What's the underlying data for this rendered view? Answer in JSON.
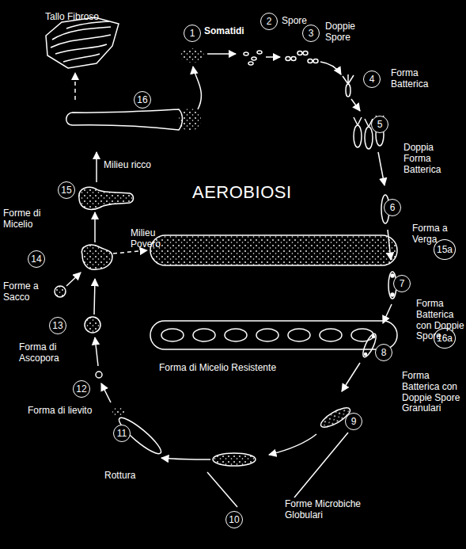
{
  "diagram": {
    "title": "AEROBIOSI",
    "nodes": [
      {
        "text": [
          "1"
        ]
      },
      {
        "text": [
          "2"
        ]
      },
      {
        "text": [
          "3"
        ]
      },
      {
        "text": [
          "4"
        ]
      },
      {
        "text": [
          "5"
        ]
      },
      {
        "text": [
          "6"
        ]
      },
      {
        "text": [
          "7"
        ]
      },
      {
        "text": [
          "8"
        ]
      },
      {
        "text": [
          "9"
        ]
      },
      {
        "text": [
          "10"
        ]
      },
      {
        "text": [
          "11"
        ]
      },
      {
        "text": [
          "12"
        ]
      },
      {
        "text": [
          "13"
        ]
      },
      {
        "text": [
          "14"
        ]
      },
      {
        "text": [
          "15"
        ]
      },
      {
        "text": [
          "16"
        ]
      },
      {
        "text": [
          "15a"
        ]
      },
      {
        "text": [
          "16a"
        ]
      }
    ],
    "labels": [
      "Tallo Fibroso",
      "Somatidi",
      "Spore",
      "Doppie Spore",
      "Forma Batterica",
      "Doppia Forma Batterica",
      "Forma a Verga",
      "Forma Batterica con Doppie Spore",
      "Forma Batterica con Doppie Spore Granulari",
      "Forme Microbiche Globulari",
      "Rottura",
      "Forma di lievito",
      "Forma di Ascopora",
      "Forme a Sacco",
      "Forme di Micelio",
      "Milieu Povero",
      "Milieu ricco",
      "Forma di Micelio Resistente"
    ]
  }
}
